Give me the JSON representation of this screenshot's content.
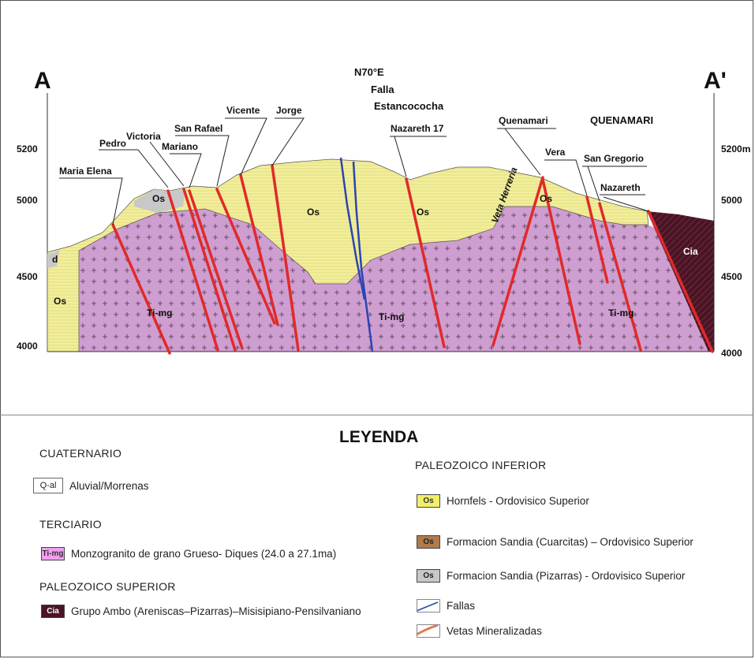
{
  "header": {
    "left_marker": "A",
    "right_marker": "A'",
    "direction": "N70°E",
    "fault_name_1": "Falla",
    "fault_name_2": "Estancococha",
    "area_name": "QUENAMARI"
  },
  "elevations_left": [
    "5200",
    "5000",
    "4500",
    "4000"
  ],
  "elevations_right": [
    "5200m",
    "5000",
    "4500",
    "4000"
  ],
  "vein_labels": {
    "maria_elena": "Maria Elena",
    "pedro": "Pedro",
    "victoria": "Victoria",
    "mariano": "Mariano",
    "san_rafael": "San Rafael",
    "vicente": "Vicente",
    "jorge": "Jorge",
    "nazareth_17": "Nazareth 17",
    "quenamari": "Quenamari",
    "vera": "Vera",
    "san_gregorio": "San Gregorio",
    "nazareth": "Nazareth",
    "veta_herreria": "Veta Herreria"
  },
  "unit_labels": {
    "os_1": "Os",
    "os_2": "Os",
    "os_3": "Os",
    "os_4": "Os",
    "os_5": "Os",
    "d": "d",
    "timg_1": "Ti-mg",
    "timg_2": "Ti-mg",
    "timg_3": "Ti-mg",
    "cia": "Cia"
  },
  "legend": {
    "title": "LEYENDA",
    "cuaternario": "CUATERNARIO",
    "qal_code": "Q-al",
    "qal_desc": "Aluvial/Morrenas",
    "terciario": "TERCIARIO",
    "timg_code": "Ti-mg",
    "timg_desc": "Monzogranito de grano Grueso- Diques  (24.0 a 27.1ma)",
    "paleo_sup": "PALEOZOICO SUPERIOR",
    "cia_code": "Cia",
    "cia_desc": "Grupo Ambo (Areniscas–Pizarras)–Misisipiano-Pensilvaniano",
    "paleo_inf": "PALEOZOICO INFERIOR",
    "os1_code": "Os",
    "os1_desc": "Hornfels -  Ordovisico Superior",
    "os2_code": "Os",
    "os2_desc": "Formacion Sandia (Cuarcitas) – Ordovisico Superior",
    "os3_code": "Os",
    "os3_desc": "Formacion Sandia (Pizarras) -  Ordovisico Superior",
    "fallas": "Fallas",
    "vetas": "Vetas Mineralizadas"
  },
  "colors": {
    "hornfels": "#f2ee9a",
    "monzogranite": "#cf9ed0",
    "cuarcitas": "#b07a4a",
    "pizarras": "#c8c8c8",
    "ambo": "#4a1424",
    "vein": "#e02a2a",
    "fault": "#2a45b0"
  }
}
